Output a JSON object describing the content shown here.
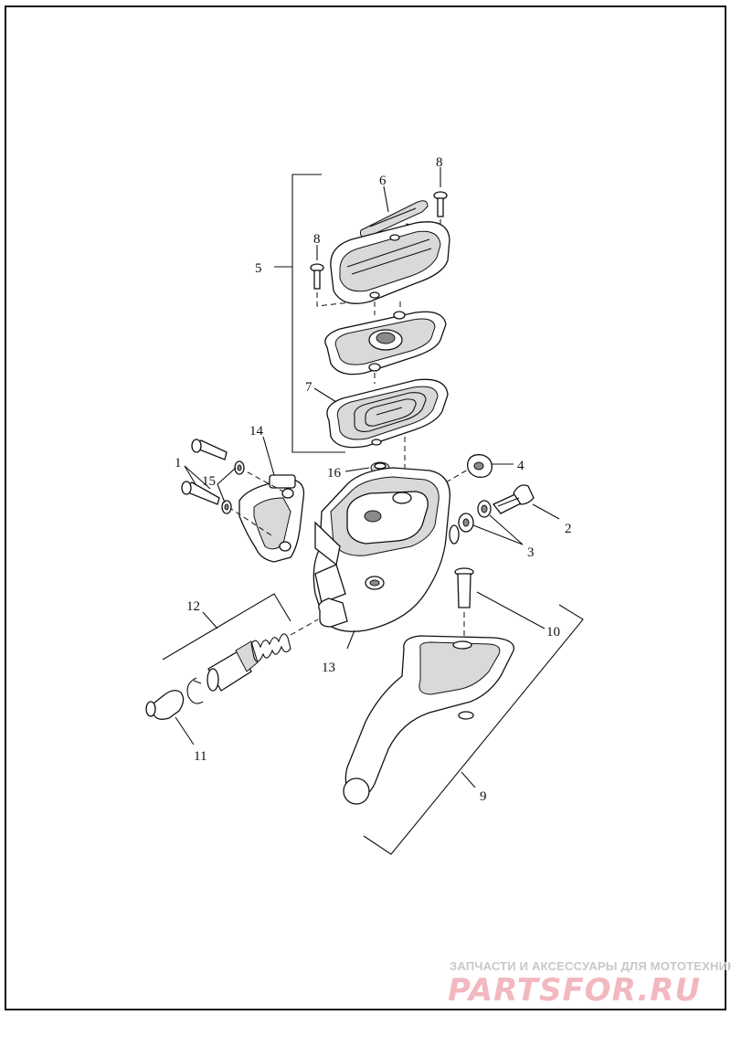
{
  "callouts": [
    {
      "id": "c1",
      "text": "1"
    },
    {
      "id": "c2",
      "text": "2"
    },
    {
      "id": "c3",
      "text": "3"
    },
    {
      "id": "c4",
      "text": "4"
    },
    {
      "id": "c5",
      "text": "5"
    },
    {
      "id": "c6",
      "text": "6"
    },
    {
      "id": "c7",
      "text": "7"
    },
    {
      "id": "c8a",
      "text": "8"
    },
    {
      "id": "c8b",
      "text": "8"
    },
    {
      "id": "c9",
      "text": "9"
    },
    {
      "id": "c10",
      "text": "10"
    },
    {
      "id": "c11",
      "text": "11"
    },
    {
      "id": "c12",
      "text": "12"
    },
    {
      "id": "c13",
      "text": "13"
    },
    {
      "id": "c14",
      "text": "14"
    },
    {
      "id": "c15",
      "text": "15"
    },
    {
      "id": "c16",
      "text": "16"
    }
  ],
  "watermark": {
    "tagline": "ЗАПЧАСТИ И АКСЕССУАРЫ ДЛЯ МОТОТЕХНИКИ",
    "logo": "PARTSFOR.RU",
    "color_tagline": "#c8c8c8",
    "color_logo": "#f2b7bf"
  }
}
